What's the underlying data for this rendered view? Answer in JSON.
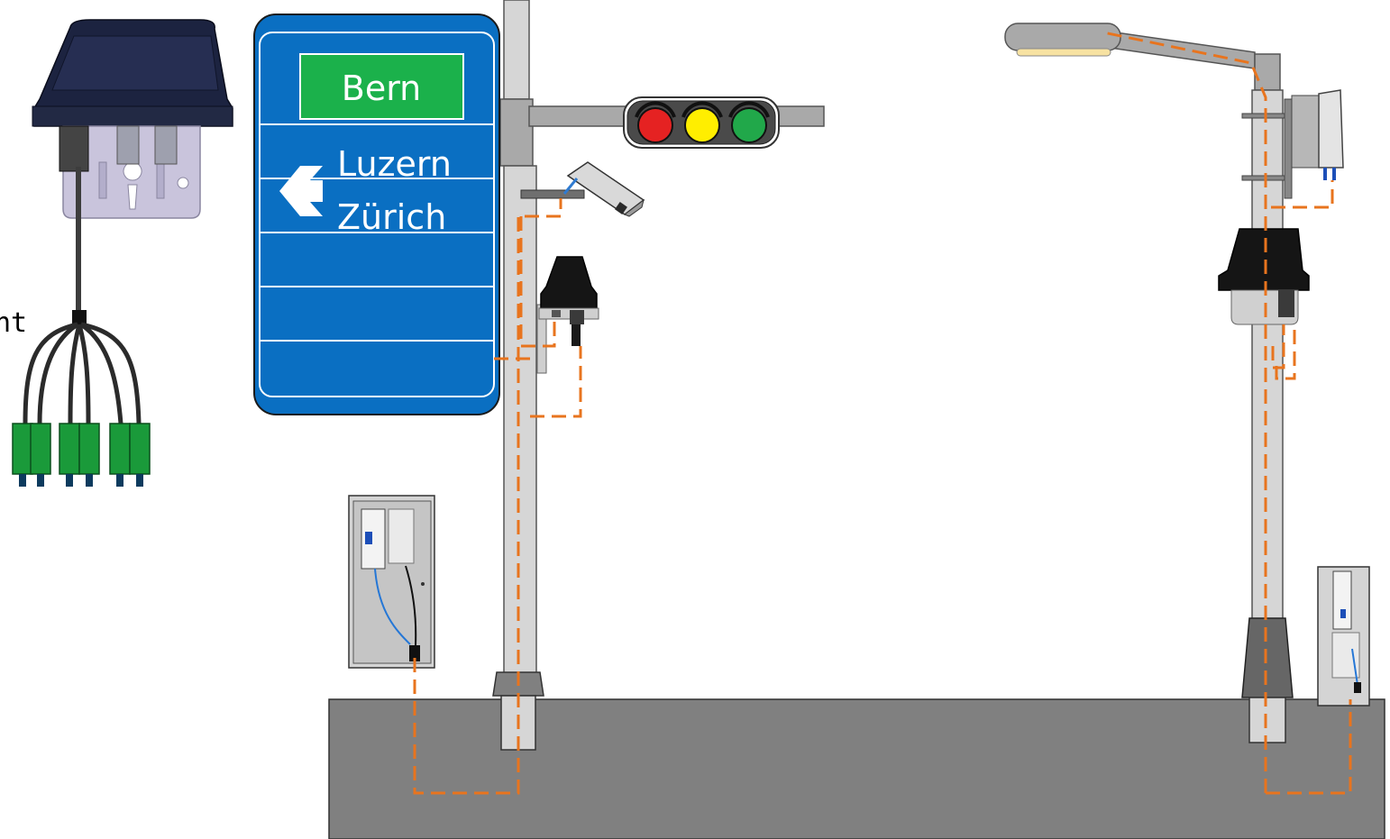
{
  "sign": {
    "top_destination": "Bern",
    "line_1": "Luzern",
    "line_2": "Zürich",
    "background_color": "#0a6fc2",
    "top_panel_color": "#1bb14b"
  },
  "cut_off_label": "nt",
  "traffic_light": {
    "lamps": [
      "red",
      "yellow",
      "green"
    ]
  },
  "colors": {
    "road": "#808080",
    "pole": "#d6d6d6",
    "fiber_route": "#e8741e",
    "connector": "#1a9a3a",
    "enclosure": "#1a1a1a"
  },
  "icons": {
    "sign_arrow": "left-arrow-icon",
    "camera": "surveillance-camera",
    "street_light": "street-light-head"
  }
}
